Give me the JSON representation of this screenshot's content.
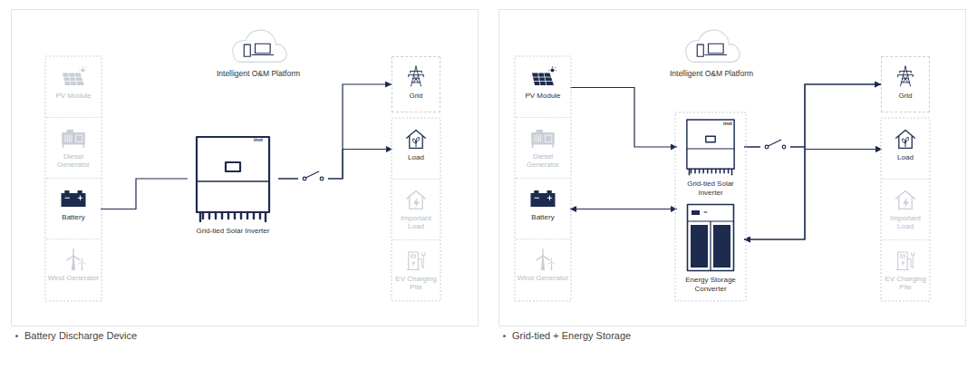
{
  "diagram": {
    "nodes": [
      {
        "text": [
          "Battery Discharge Device"
        ]
      },
      {
        "text": [
          "PV Module"
        ],
        "in": 0
      },
      {
        "text": [
          "Diesel Generator"
        ],
        "in": 0
      },
      {
        "text": [
          "Battery"
        ],
        "in": 0
      },
      {
        "text": [
          "Wind Generator"
        ],
        "in": 0
      },
      {
        "text": [
          "Intelligent O&M Platform"
        ],
        "in": 0
      },
      {
        "text": [
          "Grid-tied Solar Inverter"
        ],
        "in": 0
      },
      {
        "text": [
          "Grid"
        ],
        "in": 0
      },
      {
        "text": [
          "Load"
        ],
        "in": 0
      },
      {
        "text": [
          "Important Load"
        ],
        "in": 0
      },
      {
        "text": [
          "EV Charging Pile"
        ],
        "in": 0
      },
      {
        "text": [
          "Grid-tied + Energy Storage"
        ]
      },
      {
        "text": [
          "PV Module"
        ],
        "in": 11
      },
      {
        "text": [
          "Diesel Generator"
        ],
        "in": 11
      },
      {
        "text": [
          "Battery"
        ],
        "in": 11
      },
      {
        "text": [
          "Wind Generator"
        ],
        "in": 11
      },
      {
        "text": [
          "Intelligent O&M Platform"
        ],
        "in": 11
      },
      {
        "text": [
          "Grid-tied Solar Inverter"
        ],
        "in": 11
      },
      {
        "text": [
          "Energy Storage Converter"
        ],
        "in": 11
      },
      {
        "text": [
          "Grid"
        ],
        "in": 11
      },
      {
        "text": [
          "Load"
        ],
        "in": 11
      },
      {
        "text": [
          "Important Load"
        ],
        "in": 11
      },
      {
        "text": [
          "EV Charging Pile"
        ],
        "in": 11
      }
    ],
    "edges": [
      {
        "from": 3,
        "to": 6,
        "arrow": "none"
      },
      {
        "from": 6,
        "to": 7,
        "arrow": "to"
      },
      {
        "from": 6,
        "to": 8,
        "arrow": "to"
      },
      {
        "from": 12,
        "to": 17,
        "arrow": "to"
      },
      {
        "from": 14,
        "to": 18,
        "arrow": "both"
      },
      {
        "from": 17,
        "to": 19,
        "arrow": "to"
      },
      {
        "from": 17,
        "to": 20,
        "arrow": "to"
      },
      {
        "from": 18,
        "to": 19,
        "arrow": "both"
      },
      {
        "from": 18,
        "to": 20,
        "arrow": "both"
      }
    ],
    "labels": [
      "invt",
      "invt"
    ]
  }
}
